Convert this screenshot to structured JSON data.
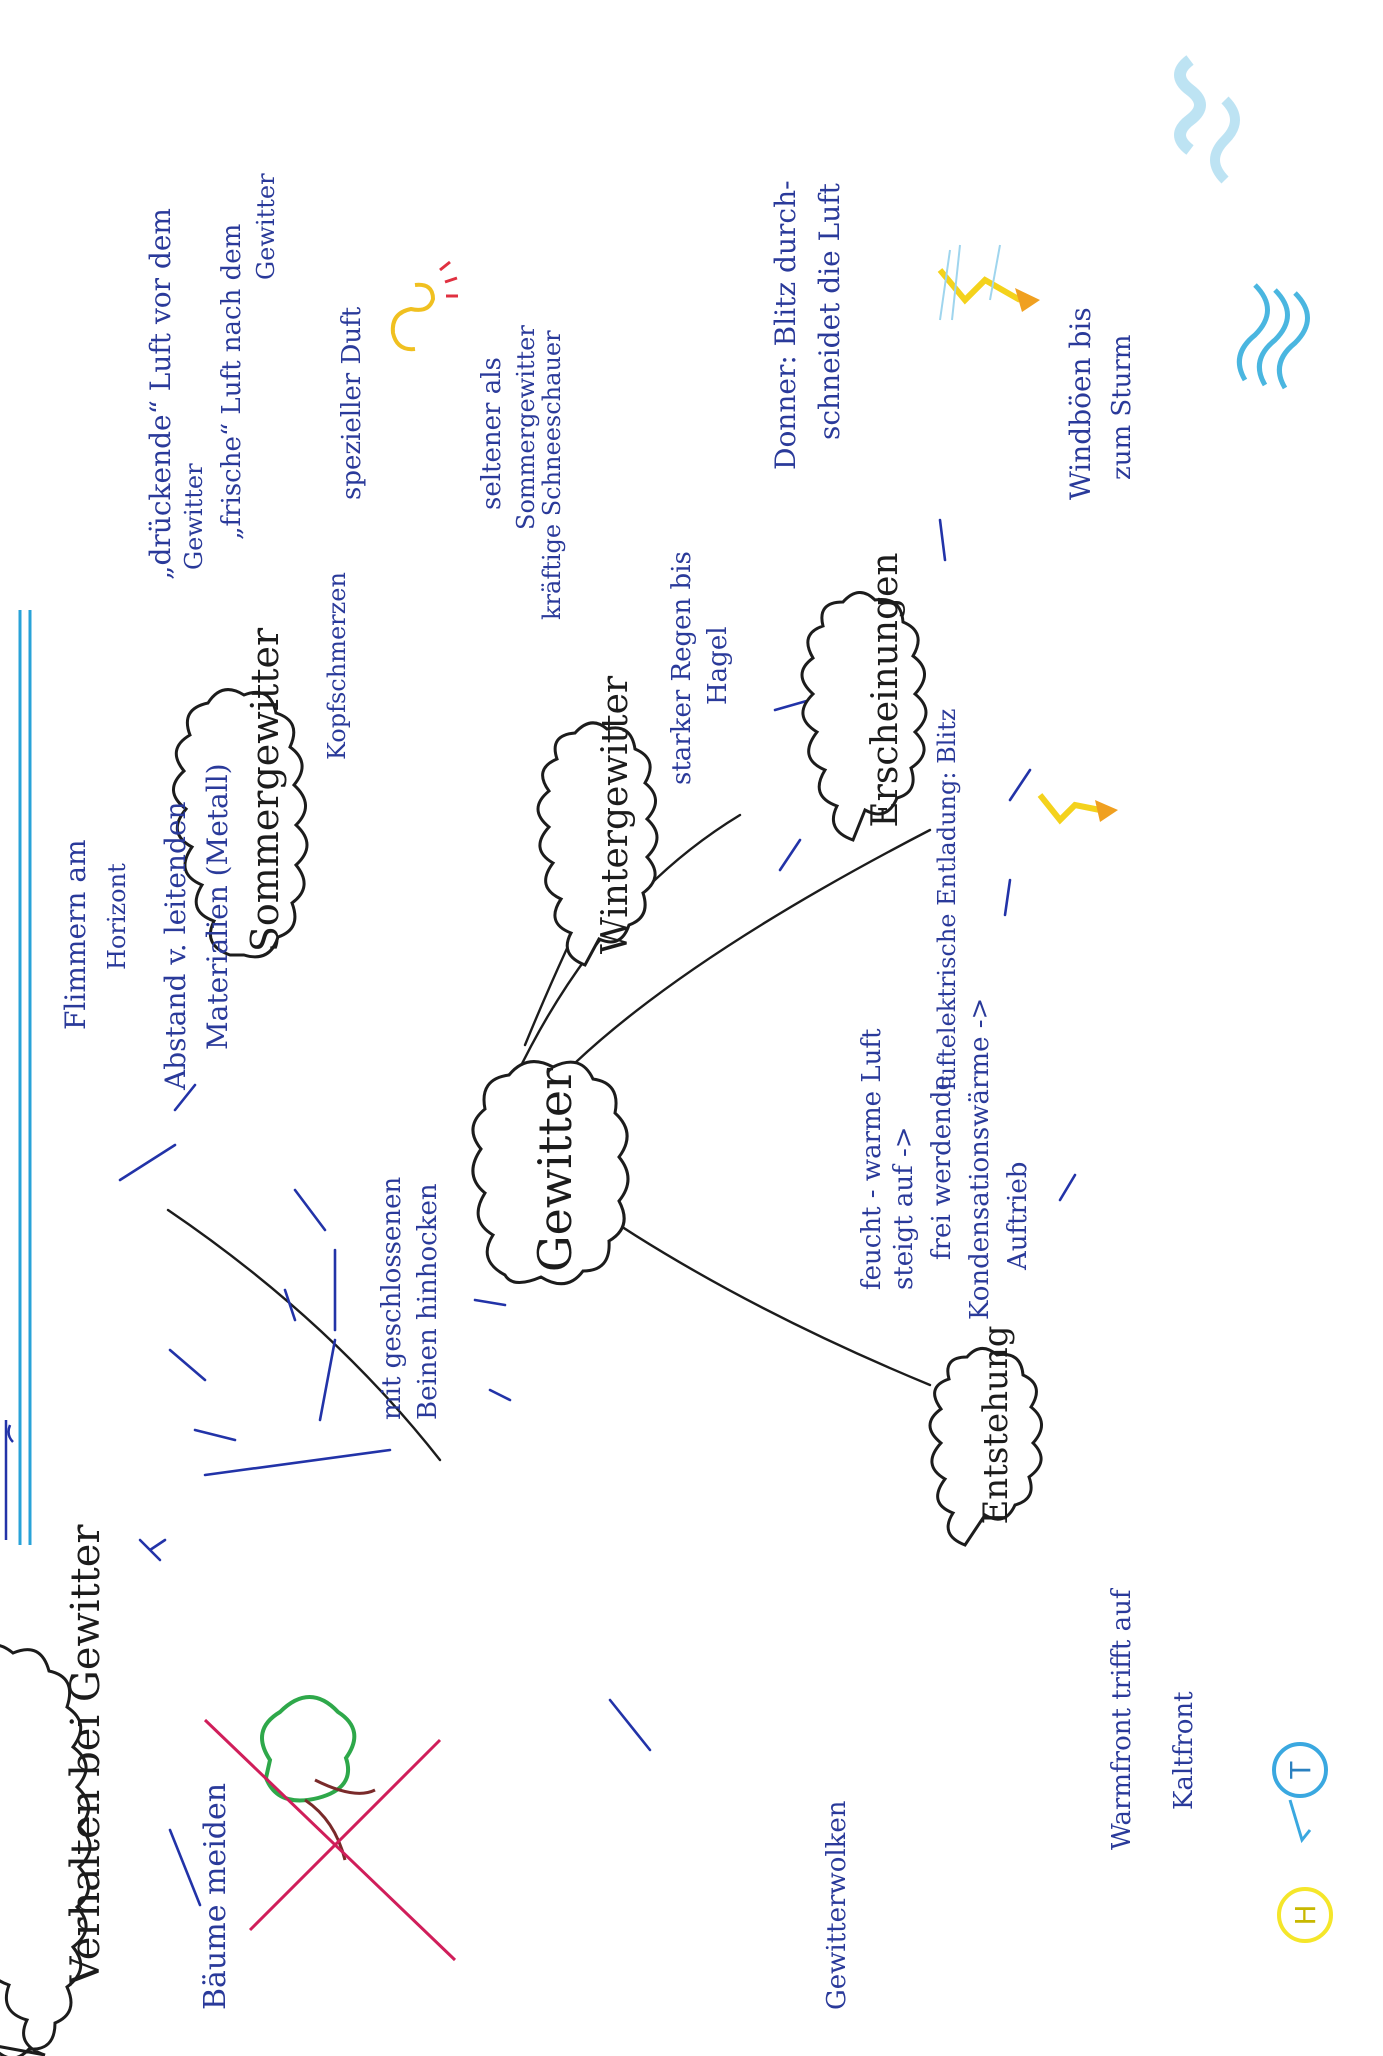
{
  "center": {
    "label": "Gewitter"
  },
  "nodes": {
    "verhalten": "Verhalten bei Gewitter",
    "sommer": "Sommergewitter",
    "winter": "Wintergewitter",
    "erscheinungen": "Erscheinungen",
    "entstehung": "Entstehung"
  },
  "notes": {
    "abstand_1": "Abstand v. leitenden",
    "abstand_2": "Materialien (Metall)",
    "beine_1": "mit geschlossenen",
    "beine_2": "Beinen hinhocken",
    "baeume": "Bäume meiden",
    "flimmern_1": "Flimmern am",
    "flimmern_2": "Horizont",
    "kopf": "Kopfschmerzen",
    "drueckend_1": "„drückende“ Luft vor dem",
    "drueckend_2": "Gewitter",
    "frische_1": "„frische“ Luft nach dem",
    "frische_2": "Gewitter",
    "duft": "spezieller Duft",
    "seltener_1": "seltener als",
    "seltener_2": "Sommergewitter",
    "schnee": "kräftige Schneeschauer",
    "regen_1": "starker Regen bis",
    "regen_2": "Hagel",
    "entladung": "luftelektrische Entladung: Blitz",
    "donner_1": "Donner: Blitz durch-",
    "donner_2": "schneidet die Luft",
    "wind_1": "Windböen bis",
    "wind_2": "zum Sturm",
    "feucht_1": "feucht - warme Luft",
    "feucht_2": "steigt auf ->",
    "feucht_3": "frei werdende",
    "feucht_4": "Kondensationswärme ->",
    "feucht_5": "Auftrieb",
    "wolken": "Gewitterwolken",
    "front_1": "Warmfront trifft auf",
    "front_2": "Kaltfront",
    "high": "H",
    "low": "T"
  },
  "colors": {
    "ink": "#1c1c1c",
    "pen": "#2233a8",
    "title_rule": "#29a3d8",
    "lightning_yellow": "#f4d21c",
    "lightning_orange": "#f0a020",
    "tree_green": "#2ea84a",
    "cross_red": "#d01e5a",
    "wind_blue": "#4ab6e0",
    "high_circle": "#f5e62a",
    "low_circle": "#3aa8e0"
  },
  "icons": [
    "lightning-icon",
    "wind-icon",
    "tree-icon",
    "smell-icon",
    "high-pressure-icon",
    "low-pressure-icon"
  ]
}
